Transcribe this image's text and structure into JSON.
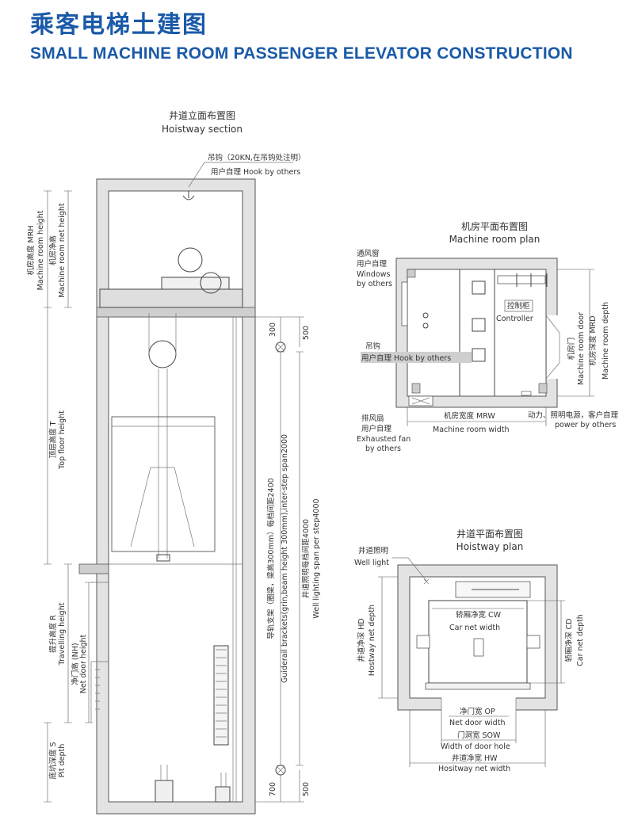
{
  "title_cn": "乘客电梯土建图",
  "title_en": "SMALL MACHINE ROOM PASSENGER ELEVATOR CONSTRUCTION",
  "section": {
    "title_cn": "井道立面布置图",
    "title_en": "Hoistway section",
    "hook_cn": "吊钩（20KN,在吊钩处注明）",
    "hook_by_others": "用户自理 Hook by others",
    "mrh_cn": "机房高度 MRH",
    "mrh_en": "Machine room height",
    "mr_net_cn": "机房净高",
    "mr_net_en": "Machine room net height",
    "top_floor_cn": "顶层高度 T",
    "top_floor_en": "Top floor height",
    "travel_cn": "提升高度 R",
    "travel_en": "Travelling height",
    "door_height_cn": "净门高 (NH)",
    "door_height_en": "Net door height",
    "pit_cn": "底坑深度 S",
    "pit_en": "Pit depth",
    "dim_300": "300",
    "dim_500_top": "500",
    "dim_700": "700",
    "dim_500_bottom": "500",
    "guiderail_cn": "导轨支架（圈梁，梁高300mm）每档间距2400",
    "guiderail_en": "Guiderail brackets(grin,beam height 300mm),inter-step span2000",
    "lighting_cn": "井道照明每档间距4000",
    "lighting_en": "Well lighting span per step4000"
  },
  "mr_plan": {
    "title_cn": "机房平面布置图",
    "title_en": "Machine room plan",
    "windows_cn1": "通风窗",
    "windows_cn2": "用户自理",
    "windows_en1": "Windows",
    "windows_en2": "by others",
    "controller_cn": "控制柜",
    "controller_en": "Controller",
    "hook_cn": "吊钩",
    "hook_by_others": "用户自理 Hook by others",
    "mr_door_cn": "机房门",
    "mr_door_en": "Machine room door",
    "mrd_cn": "机房深度 MRD",
    "mrd_en": "Machine room depth",
    "fan_cn1": "排风扇",
    "fan_cn2": "用户自理",
    "fan_en1": "Exhausted fan",
    "fan_en2": "by others",
    "mrw_cn": "机房宽度 MRW",
    "mrw_en": "Machine room width",
    "power_cn": "动力、照明电源，客户自理",
    "power_en": "power by others"
  },
  "hw_plan": {
    "title_cn": "井道平面布置图",
    "title_en": "Hoistway plan",
    "light_cn": "井道照明",
    "light_en": "Well light",
    "cw_cn": "轿厢净宽 CW",
    "cw_en": "Car net width",
    "hd_cn": "井道净深 HD",
    "hd_en": "Hostway net depth",
    "cd_cn": "轿厢净深 CD",
    "cd_en": "Car net depth",
    "op_cn": "净门宽 OP",
    "op_en": "Net door width",
    "sow_cn": "门洞宽 SOW",
    "sow_en": "Width of door hole",
    "hw_cn": "井道净宽 HW",
    "hw_en": "Hositway net width"
  },
  "colors": {
    "title": "#1a5aa8",
    "wall": "#e3e3e3",
    "line": "#444444"
  }
}
